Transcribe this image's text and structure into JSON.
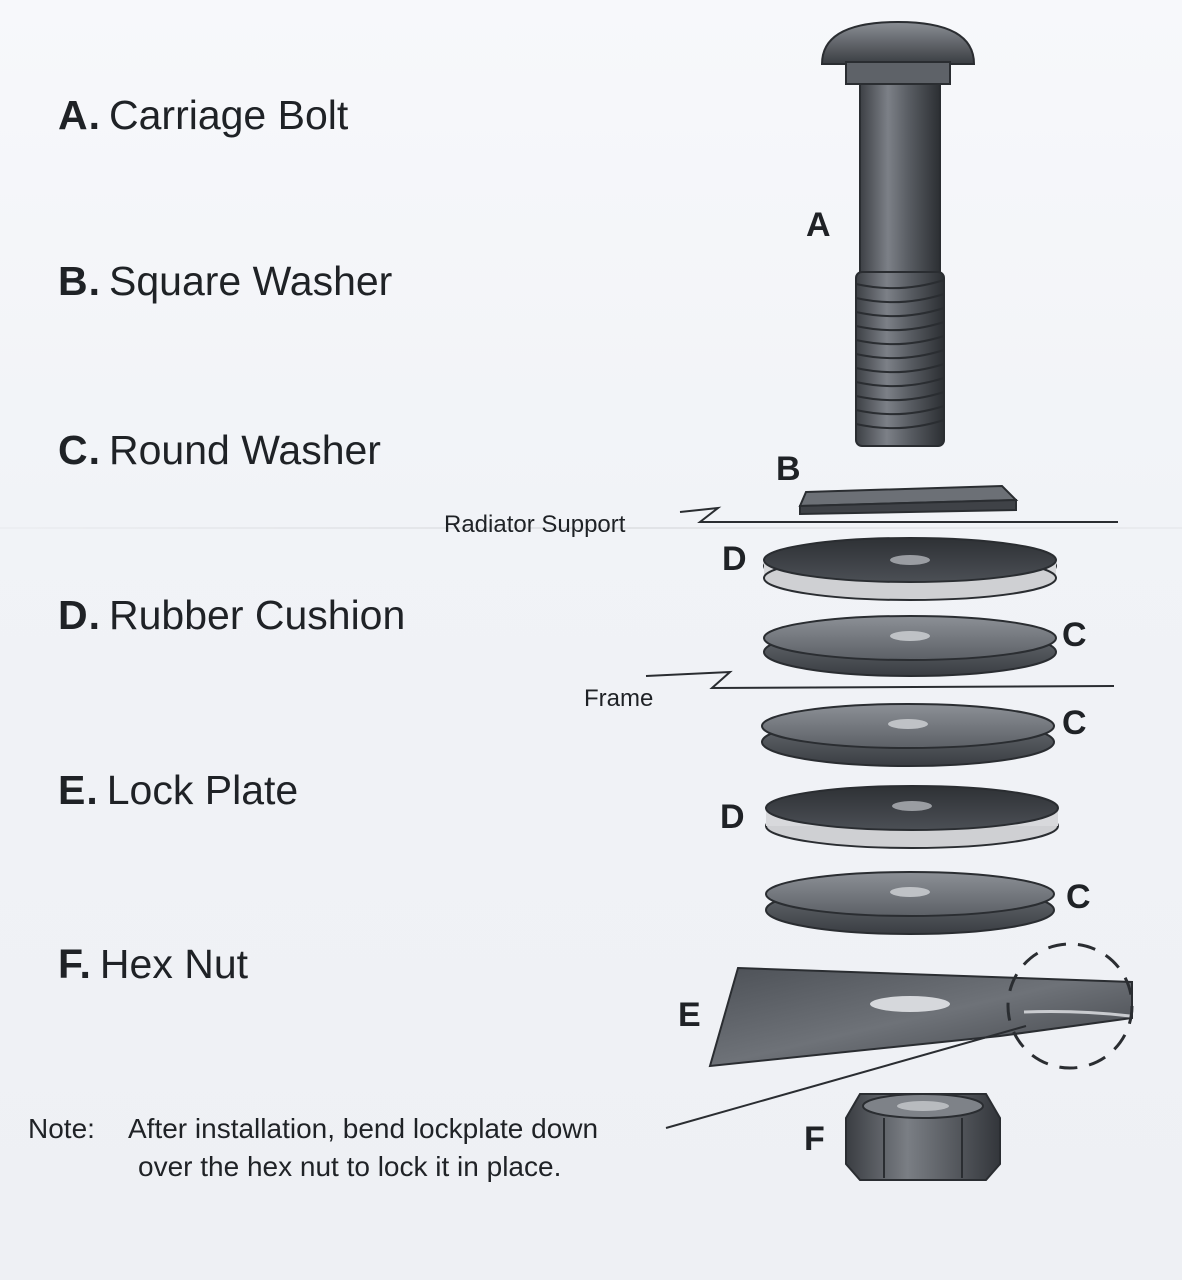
{
  "parts": [
    {
      "letter": "A.",
      "name": "Carriage Bolt"
    },
    {
      "letter": "B.",
      "name": "Square Washer"
    },
    {
      "letter": "C.",
      "name": "Round Washer"
    },
    {
      "letter": "D.",
      "name": "Rubber Cushion"
    },
    {
      "letter": "E.",
      "name": "Lock Plate"
    },
    {
      "letter": "F.",
      "name": "Hex Nut"
    }
  ],
  "note": {
    "label": "Note:",
    "line1": "After installation, bend lockplate down",
    "line2": "over the hex nut to lock it in place."
  },
  "diagram": {
    "labels": {
      "a": "A",
      "b": "B",
      "d1": "D",
      "c1": "C",
      "c2": "C",
      "d2": "D",
      "c3": "C",
      "e": "E",
      "f": "F"
    },
    "radiator_support": "Radiator Support",
    "frame": "Frame"
  }
}
